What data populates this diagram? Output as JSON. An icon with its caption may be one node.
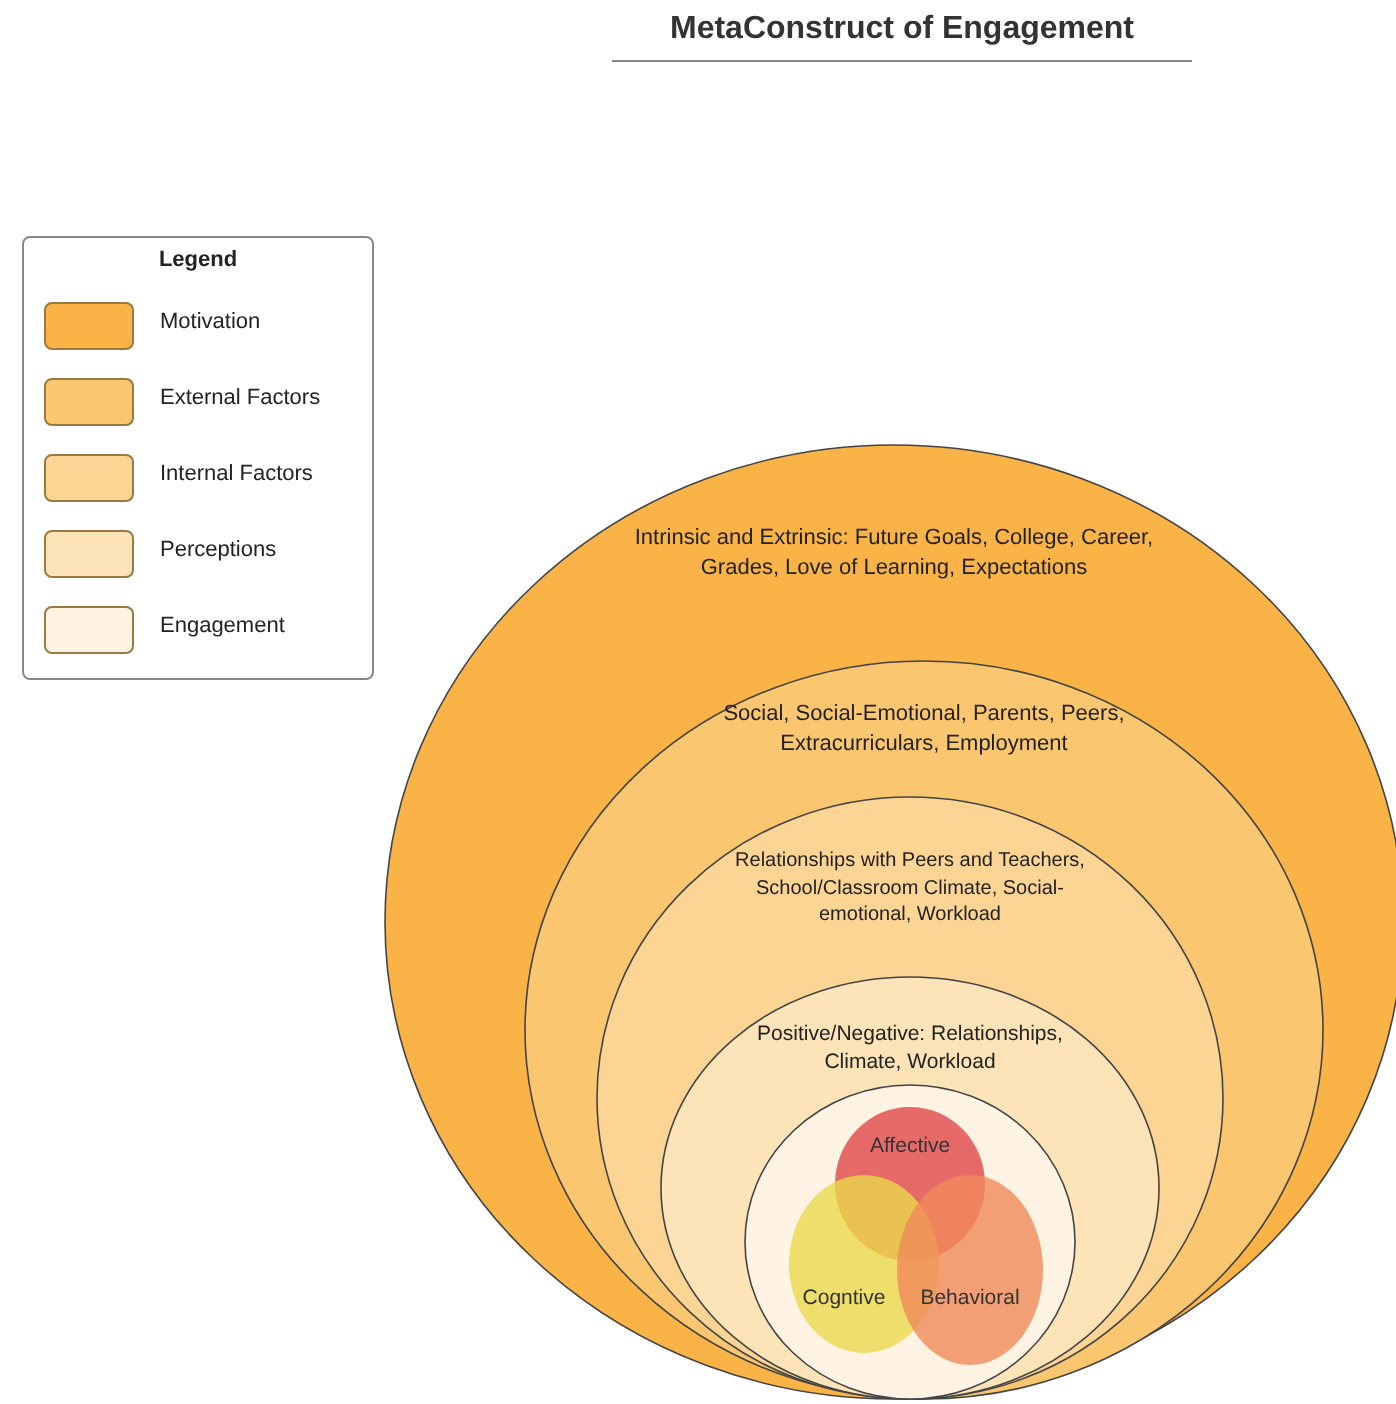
{
  "diagram": {
    "title": "MetaConstruct of Engagement",
    "nodes": [
      {
        "text": [
          "Intrinsic and Extrinsic: Future Goals, College, Career, Grades, Love of Learning, Expectations"
        ]
      },
      {
        "text": [
          "Social, Social-Emotional, Parents, Peers, Extracurriculars, Employment"
        ],
        "in": 0
      },
      {
        "text": [
          "Relationships with Peers and Teachers, School/Classroom Climate, Social-emotional, Workload"
        ],
        "in": 1
      },
      {
        "text": [
          "Positive/Negative: Relationships, Climate, Workload"
        ],
        "in": 2
      },
      {
        "text": [],
        "shape": "circle",
        "in": 3
      },
      {
        "text": [
          "Affective"
        ],
        "in": 4
      },
      {
        "text": [
          "Cogntive"
        ],
        "in": 4
      },
      {
        "text": [
          "Behavioral"
        ],
        "in": 4
      }
    ],
    "labels": [
      "Legend"
    ],
    "legend": [
      {
        "text": "Motivation",
        "color": "#f9b347"
      },
      {
        "text": "External Factors",
        "color": "#fbc670"
      },
      {
        "text": "Internal Factors",
        "color": "#fcd595"
      },
      {
        "text": "Perceptions",
        "color": "#fde3b8"
      },
      {
        "text": "Engagement",
        "color": "#fff3e3"
      }
    ]
  }
}
